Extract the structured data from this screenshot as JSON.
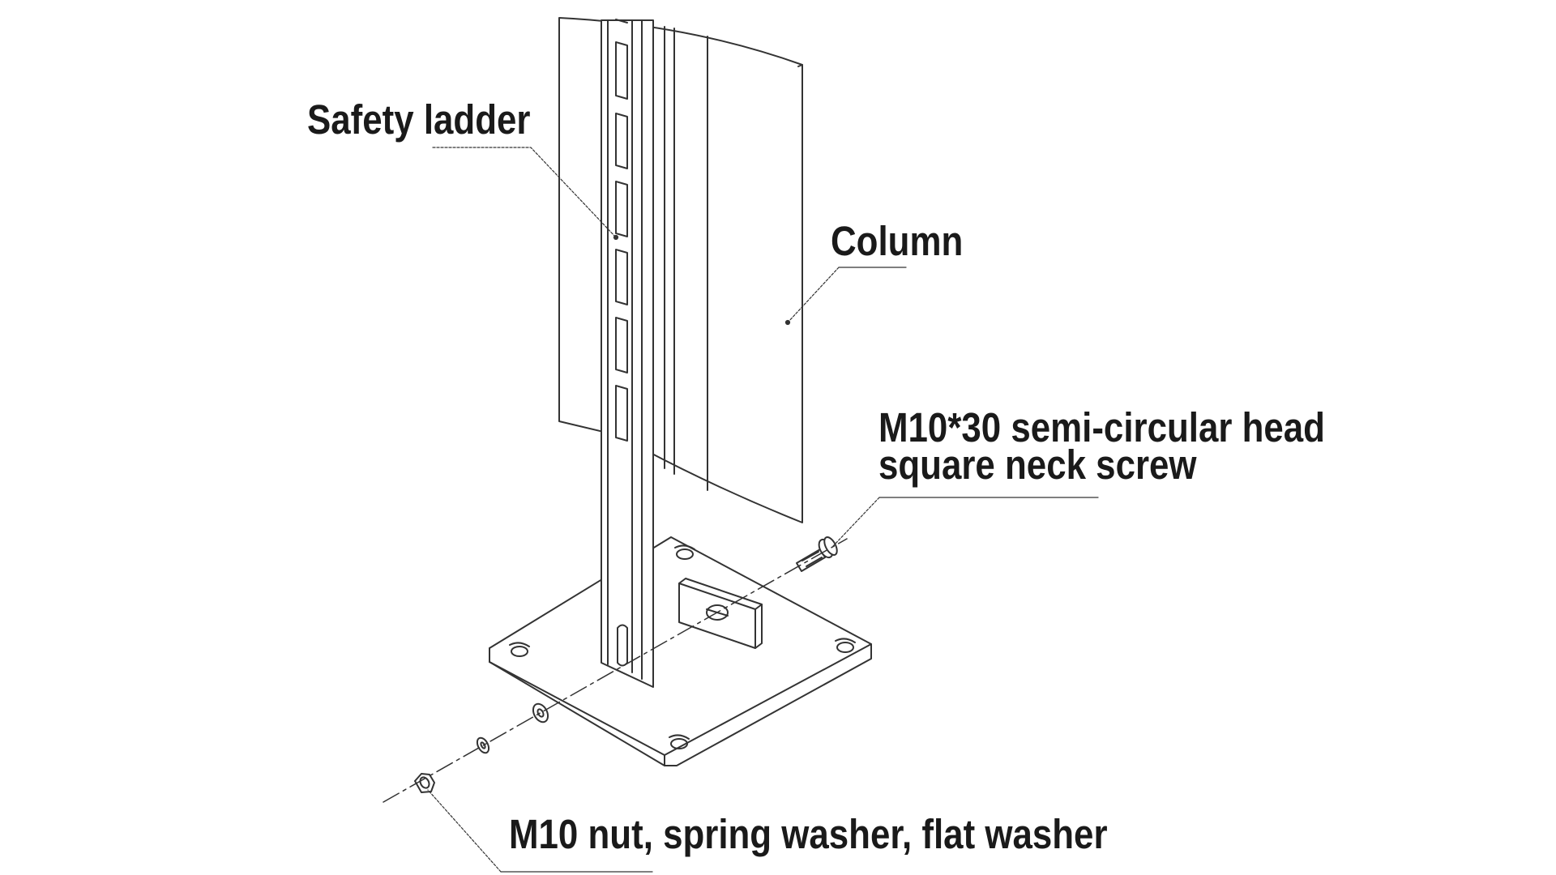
{
  "labels": {
    "safety_ladder": "Safety ladder",
    "column": "Column",
    "screw_line1": "M10*30 semi-circular head",
    "screw_line2": "square neck screw",
    "nut_washers": "M10 nut, spring washer, flat washer"
  },
  "colors": {
    "line": "#333333",
    "text": "#1a1a1a",
    "background": "#ffffff"
  }
}
